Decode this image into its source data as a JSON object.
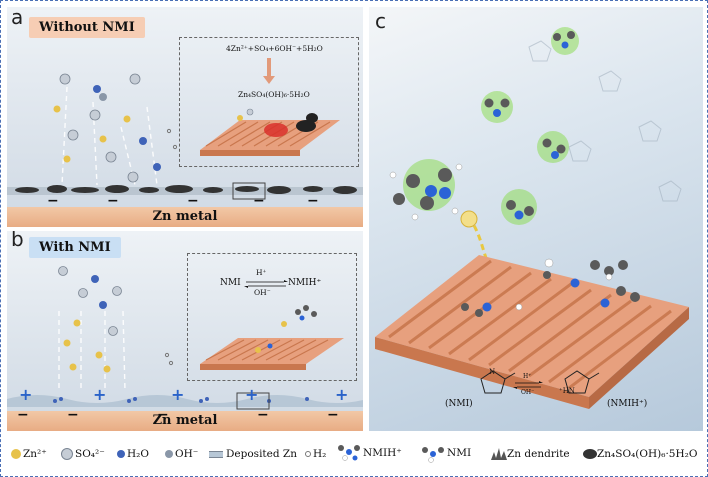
{
  "panel_a": {
    "label": "a",
    "title": "Without NMI",
    "equation_top": "4Zn²⁺+SO₄+6OH⁻+5H₂O",
    "equation_bottom": "Zn₄SO₄(OH)₆·5H₂O",
    "substrate": "Zn metal",
    "charge": "−"
  },
  "panel_b": {
    "label": "b",
    "title": "With NMI",
    "equation_left": "NMI",
    "equation_right": "NMIH⁺",
    "arrow_top": "H⁺",
    "arrow_bottom": "OH⁻",
    "substrate": "Zn metal",
    "charge": "−",
    "plus": "+"
  },
  "panel_c": {
    "label": "c",
    "nmi_label": "(NMI)",
    "nmih_label": "(NMIH⁺)",
    "arrow_top": "H⁺",
    "arrow_bottom": "OH⁻",
    "n_label": "N",
    "hn_label": "⁺HN"
  },
  "legend": {
    "zn": "Zn²⁺",
    "so4": "SO₄²⁻",
    "h2o": "H₂O",
    "oh": "OH⁻",
    "deposited": "Deposited Zn",
    "h2": "H₂",
    "nmih": "NMIH⁺",
    "nmi": "NMI",
    "dendrite": "Zn dendrite",
    "byproduct": "Zn₄SO₄(OH)₆·5H₂O"
  },
  "colors": {
    "zn_ion": "#e7c24a",
    "so4": "#c6cdd6",
    "h2o": "#3f63b8",
    "copper": "#e7a07e",
    "nmi_carbon": "#5a5a5a",
    "nmi_nitrogen": "#2b63d6",
    "nmi_glow": "#8fdc5a",
    "title_a_bg": "#f6cdb4",
    "title_b_bg": "#c9dff4"
  }
}
